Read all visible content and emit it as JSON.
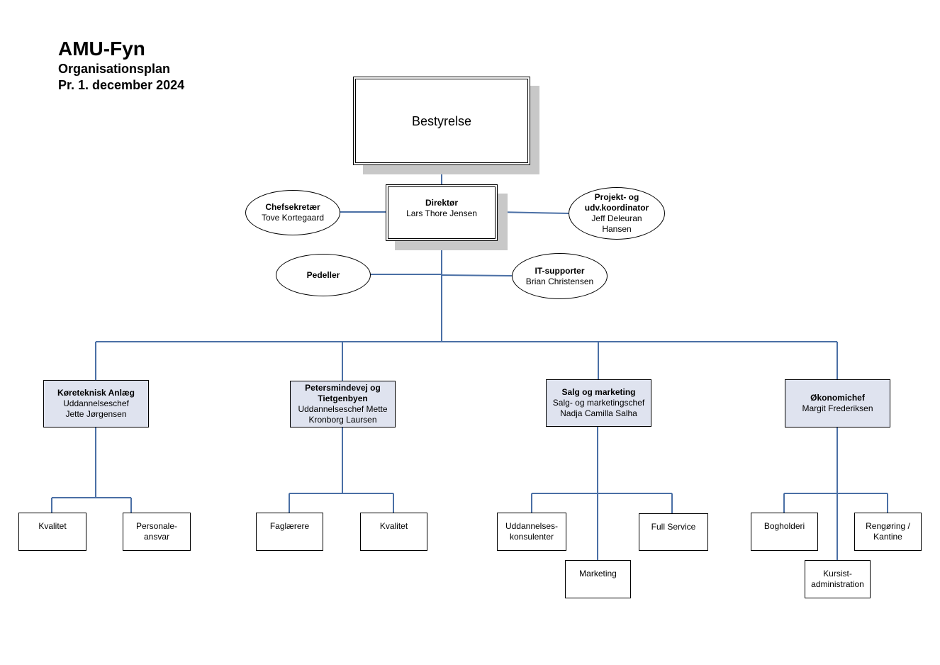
{
  "header": {
    "title": "AMU-Fyn",
    "subtitle": "Organisationsplan",
    "date": "Pr. 1. december 2024"
  },
  "board": {
    "label": "Bestyrelse"
  },
  "director": {
    "title": "Direktør",
    "name": "Lars Thore Jensen"
  },
  "secretary": {
    "title": "Chefsekretær",
    "name": "Tove Kortegaard"
  },
  "project_coordinator": {
    "title_line1": "Projekt- og",
    "title_line2": "udv.koordinator",
    "name_line1": "Jeff Deleuran",
    "name_line2": "Hansen"
  },
  "janitors": {
    "title": "Pedeller"
  },
  "it_support": {
    "title": "IT-supporter",
    "name": "Brian Christensen"
  },
  "departments": [
    {
      "title": "Køreteknisk Anlæg",
      "line1": "Uddannelseschef",
      "line2": "Jette Jørgensen"
    },
    {
      "title_line1": "Petersmindevej og",
      "title_line2": "Tietgenbyen",
      "line1": "Uddannelseschef Mette",
      "line2": "Kronborg Laursen"
    },
    {
      "title": "Salg og marketing",
      "line1": "Salg- og marketingschef",
      "line2": "Nadja Camilla Salha"
    },
    {
      "title": "Økonomichef",
      "line1": "Margit Frederiksen"
    }
  ],
  "units": {
    "kta_quality": "Kvalitet",
    "kta_personnel_line1": "Personale-",
    "kta_personnel_line2": "ansvar",
    "pt_teachers": "Faglærere",
    "pt_quality": "Kvalitet",
    "sm_consultants_line1": "Uddannelses-",
    "sm_consultants_line2": "konsulenter",
    "sm_full_service": "Full Service",
    "sm_marketing": "Marketing",
    "ok_bookkeeping": "Bogholderi",
    "ok_cleaning_line1": "Rengøring /",
    "ok_cleaning_line2": "Kantine",
    "ok_student_admin_line1": "Kursist-",
    "ok_student_admin_line2": "administration"
  },
  "colors": {
    "connector": "#4a6fa5",
    "department_fill": "#dfe3ef",
    "shadow": "#c8c8c8"
  }
}
